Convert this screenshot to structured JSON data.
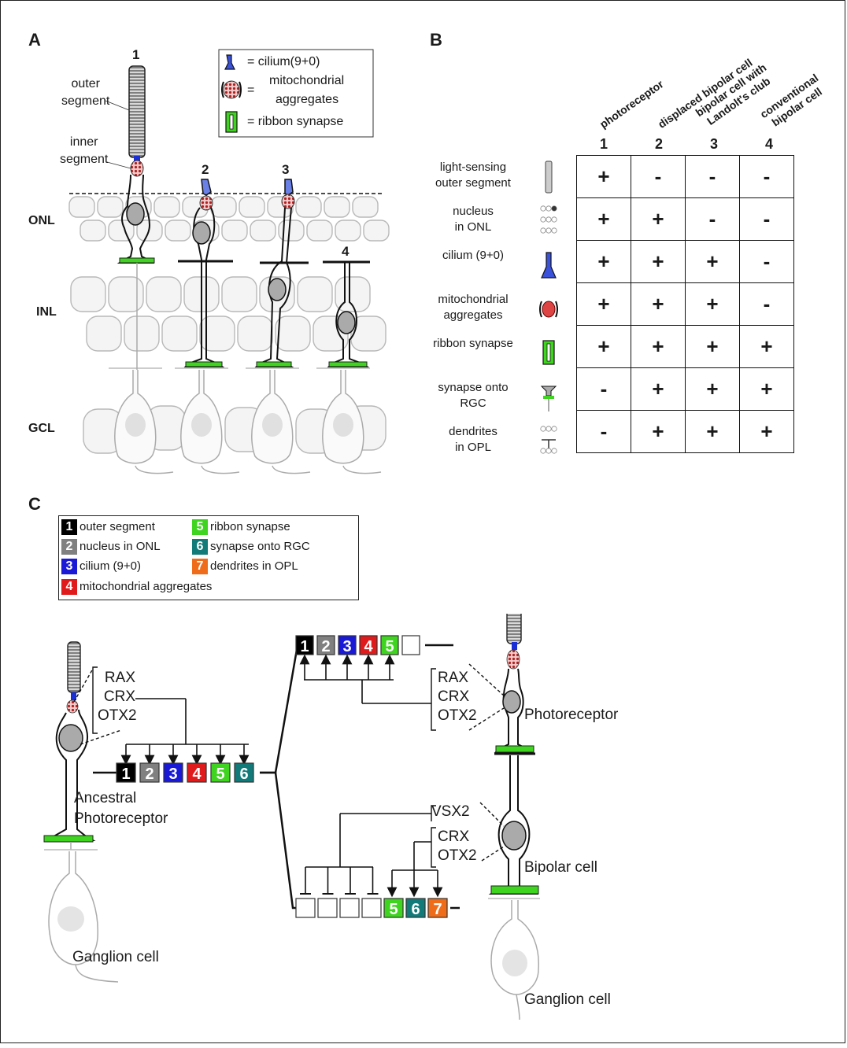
{
  "panels": {
    "a": "A",
    "b": "B",
    "c": "C"
  },
  "panel_a": {
    "cell_numbers": [
      "1",
      "2",
      "3",
      "4"
    ],
    "outer_segment": "outer\nsegment",
    "inner_segment": "inner\nsegment",
    "layers": [
      "ONL",
      "INL",
      "GCL"
    ],
    "legend": {
      "cilium": "= cilium(9+0)",
      "mito_line1": "mitochondrial",
      "mito_eq": "=",
      "mito_line2": "aggregates",
      "ribbon": "= ribbon synapse"
    }
  },
  "panel_b": {
    "col_numbers": [
      "1",
      "2",
      "3",
      "4"
    ],
    "col_heads": [
      "photoreceptor",
      "displaced bipolar cell",
      "bipolar cell with\nLandolt's club",
      "conventional\nbipolar cell"
    ],
    "rows": [
      {
        "label": "light-sensing\nouter segment",
        "icon": "outer-segment-icon",
        "values": [
          "+",
          "-",
          "-",
          "-"
        ]
      },
      {
        "label": "nucleus\nin ONL",
        "icon": "onl-nucleus-icon",
        "values": [
          "+",
          "+",
          "-",
          "-"
        ]
      },
      {
        "label": "cilium (9+0)",
        "icon": "cilium-icon",
        "values": [
          "+",
          "+",
          "+",
          "-"
        ]
      },
      {
        "label": "mitochondrial\naggregates",
        "icon": "mitochondria-icon",
        "values": [
          "+",
          "+",
          "+",
          "-"
        ]
      },
      {
        "label": "ribbon synapse",
        "icon": "ribbon-synapse-icon",
        "values": [
          "+",
          "+",
          "+",
          "+"
        ]
      },
      {
        "label": "synapse onto\nRGC",
        "icon": "synapse-rgc-icon",
        "values": [
          "-",
          "+",
          "+",
          "+"
        ]
      },
      {
        "label": "dendrites\nin OPL",
        "icon": "dendrites-opl-icon",
        "values": [
          "-",
          "+",
          "+",
          "+"
        ]
      }
    ]
  },
  "panel_c": {
    "legend": [
      {
        "n": "1",
        "text": "outer segment",
        "color": "#000000"
      },
      {
        "n": "2",
        "text": "nucleus in ONL",
        "color": "#808080"
      },
      {
        "n": "3",
        "text": "cilium (9+0)",
        "color": "#1a1ad6"
      },
      {
        "n": "4",
        "text": "mitochondrial aggregates",
        "color": "#e01b1b"
      },
      {
        "n": "5",
        "text": "ribbon synapse",
        "color": "#3ed41f"
      },
      {
        "n": "6",
        "text": "synapse onto RGC",
        "color": "#137a7a"
      },
      {
        "n": "7",
        "text": "dendrites in OPL",
        "color": "#ef6c1a"
      }
    ],
    "tf_ancestral": [
      "RAX",
      "CRX",
      "OTX2"
    ],
    "tf_photo": [
      "RAX",
      "CRX",
      "OTX2"
    ],
    "tf_bipolar_repress": "VSX2",
    "tf_bipolar_activate": [
      "CRX",
      "OTX2"
    ],
    "ancestral_label": "Ancestral\nPhotoreceptor",
    "ganglion_left": "Ganglion cell",
    "photoreceptor_label": "Photoreceptor",
    "bipolar_label": "Bipolar cell",
    "ganglion_right": "Ganglion cell",
    "ancestral_modules": [
      "1",
      "2",
      "3",
      "4",
      "5",
      "6"
    ],
    "photo_modules": [
      "1",
      "2",
      "3",
      "4",
      "5",
      ""
    ],
    "bipolar_modules": [
      "",
      "",
      "",
      "",
      "5",
      "6",
      "7"
    ]
  }
}
